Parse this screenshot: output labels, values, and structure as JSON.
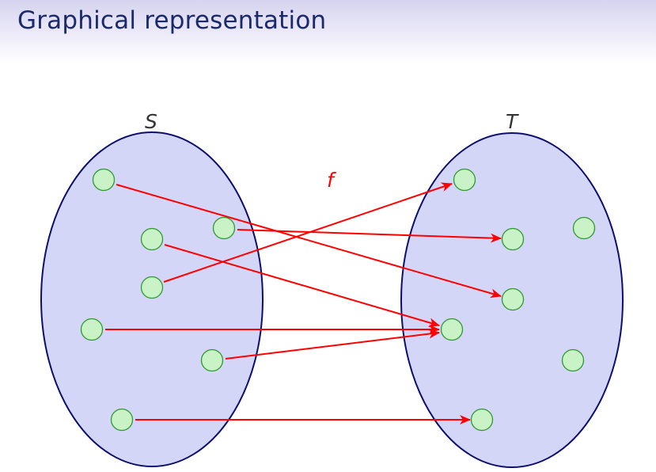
{
  "slide": {
    "title": "Graphical representation"
  },
  "diagram": {
    "domain_label": "S",
    "codomain_label": "T",
    "map_label": "f",
    "colors": {
      "set_fill": "#d4d6f8",
      "set_stroke": "#0c0e6e",
      "point_fill": "#c9f3c6",
      "point_stroke": "#2e9a2e",
      "arrow": "#ff0000",
      "title": "#1b2a6b"
    }
  }
}
